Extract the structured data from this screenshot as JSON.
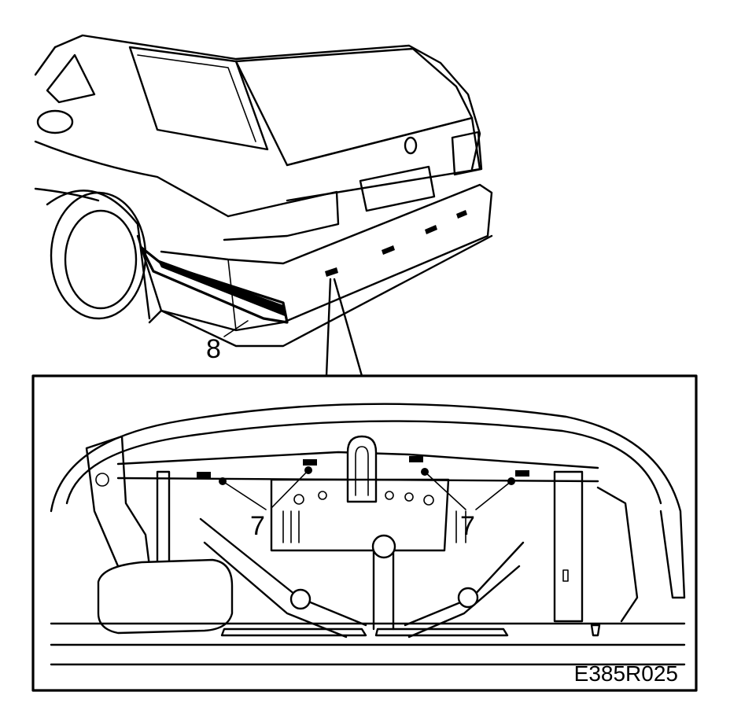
{
  "figure": {
    "callouts": {
      "trim_strip": "8",
      "clip_left": "7",
      "clip_right": "7"
    },
    "drawing_code": "E385R025"
  },
  "colors": {
    "ink": "#000000",
    "paper": "#ffffff"
  }
}
